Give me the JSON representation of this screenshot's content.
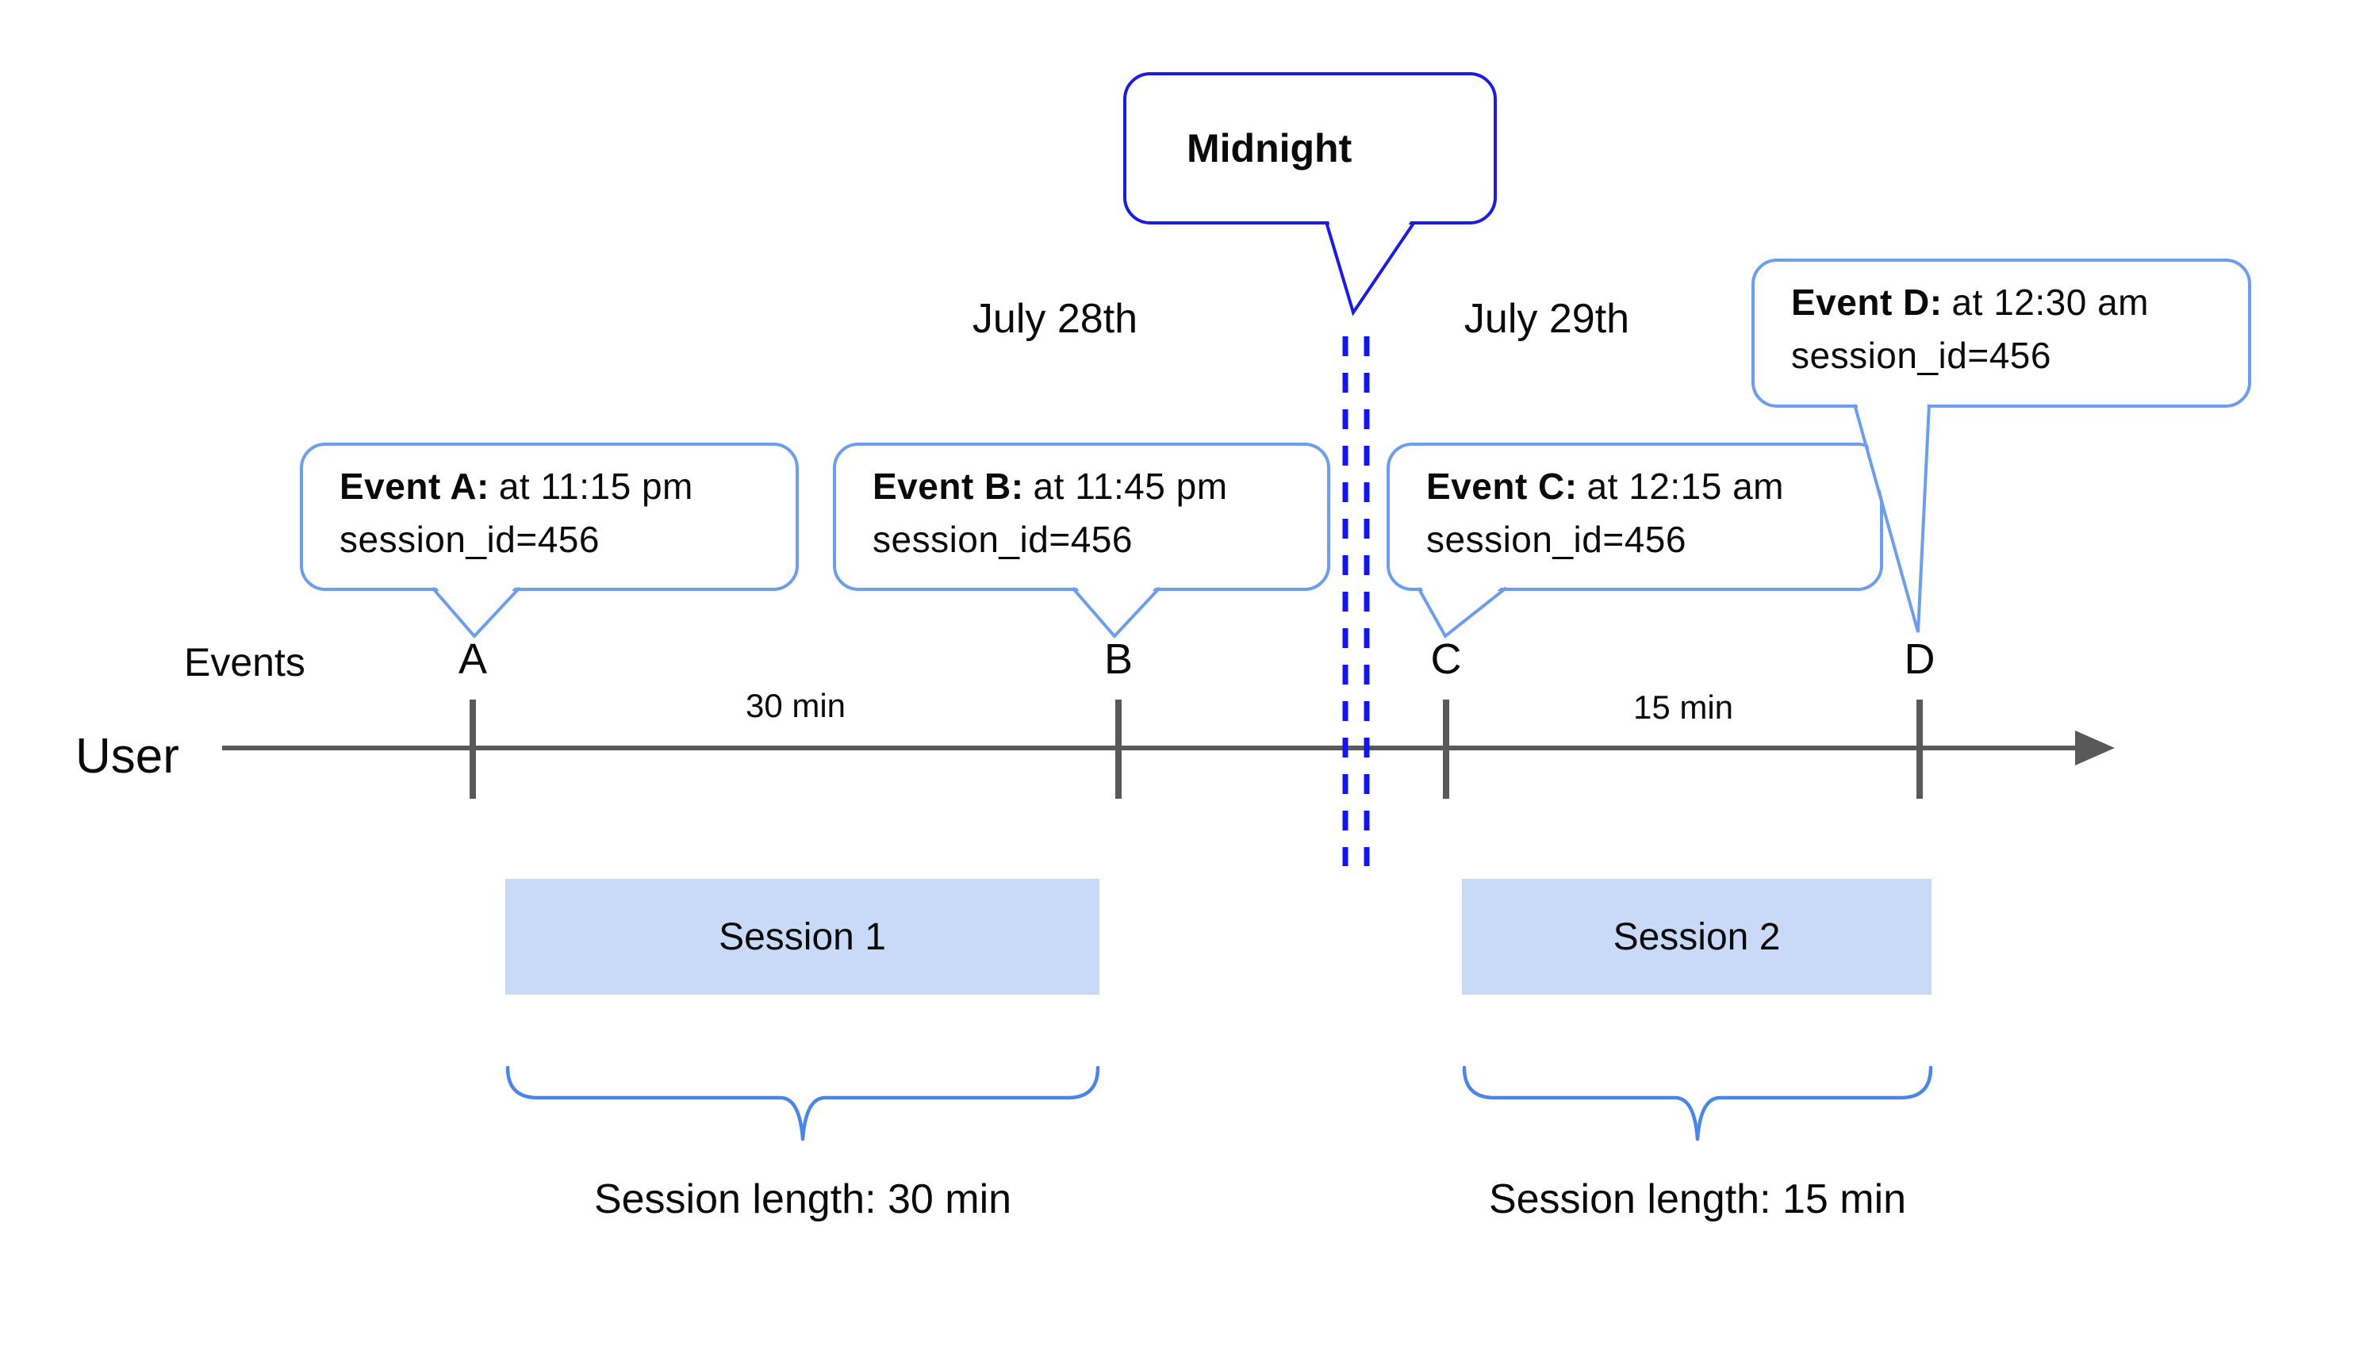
{
  "annotations": {
    "midnight": {
      "label": "Midnight"
    },
    "date_left": "July 28th",
    "date_right": "July 29th"
  },
  "axis": {
    "events_label": "Events",
    "user_label": "User"
  },
  "events": [
    {
      "letter": "A",
      "title": "Event A:",
      "time": "at 11:15 pm",
      "session": "session_id=456"
    },
    {
      "letter": "B",
      "title": "Event B:",
      "time": "at 11:45 pm",
      "session": "session_id=456"
    },
    {
      "letter": "C",
      "title": "Event C:",
      "time": "at 12:15 am",
      "session": "session_id=456"
    },
    {
      "letter": "D",
      "title": "Event D:",
      "time": "at 12:30 am",
      "session": "session_id=456"
    }
  ],
  "intervals": [
    {
      "label": "30 min"
    },
    {
      "label": "15 min"
    }
  ],
  "sessions": [
    {
      "label": "Session 1",
      "length_label": "Session length: 30 min"
    },
    {
      "label": "Session 2",
      "length_label": "Session length: 15 min"
    }
  ],
  "colors": {
    "axis_gray": "#595959",
    "midnight_blue": "#1C1CE0",
    "dashed_line_blue": "#1414F0",
    "bubble_border_blue": "#6D9EEB",
    "session_fill": "#C9DAF8",
    "brace_blue": "#4A86E8",
    "text_black": "#0a0a0a"
  }
}
